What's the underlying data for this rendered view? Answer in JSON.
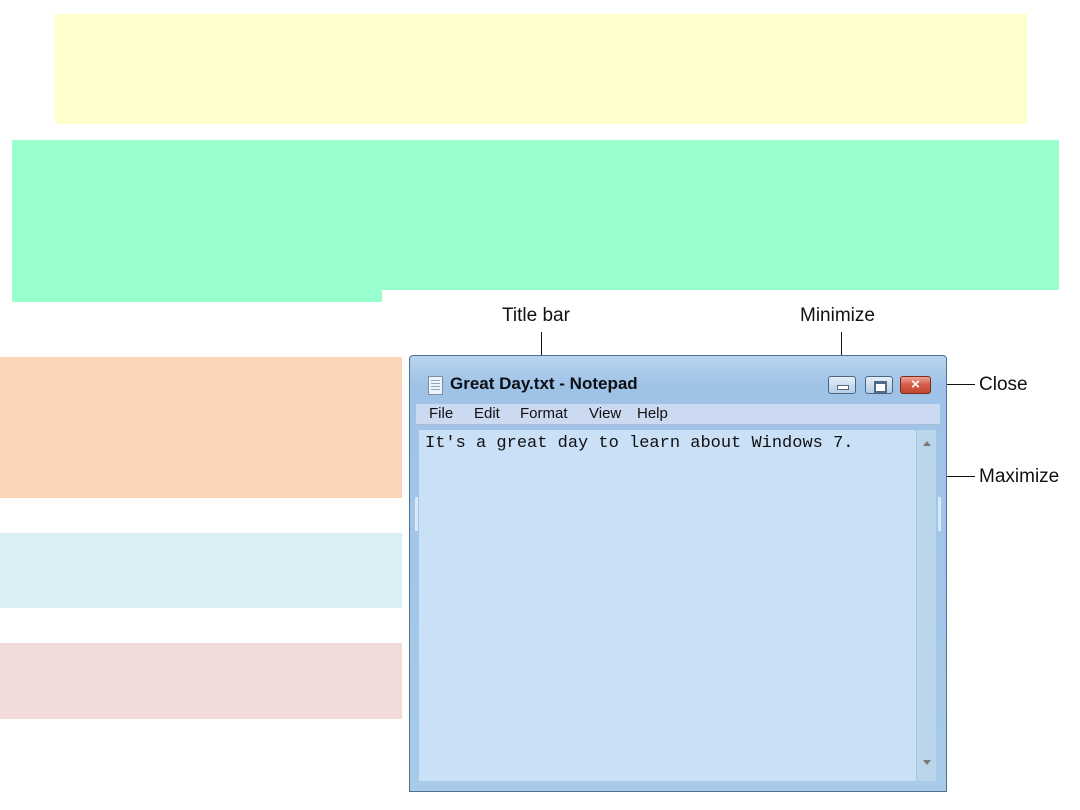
{
  "callouts": {
    "title_bar": "Title bar",
    "minimize": "Minimize",
    "close": "Close",
    "maximize": "Maximize"
  },
  "window": {
    "title": "Great Day.txt - Notepad",
    "controls": {
      "minimize_icon": "minimize-icon",
      "maximize_icon": "maximize-icon",
      "close_icon": "close-icon",
      "close_glyph": "×"
    }
  },
  "menu": {
    "items": [
      "File",
      "Edit",
      "Format",
      "View",
      "Help"
    ]
  },
  "document": {
    "text": "It's a great day to learn about Windows 7."
  },
  "colors": {
    "yellow_panel": "#ffffcc",
    "green_panel": "#99ffcc",
    "orange_panel": "#fbd5b5",
    "blue_panel": "#dbeef3",
    "pink_panel": "#f2dcdb",
    "window_frame": "#a8cbea",
    "close_button": "#d45b45"
  }
}
